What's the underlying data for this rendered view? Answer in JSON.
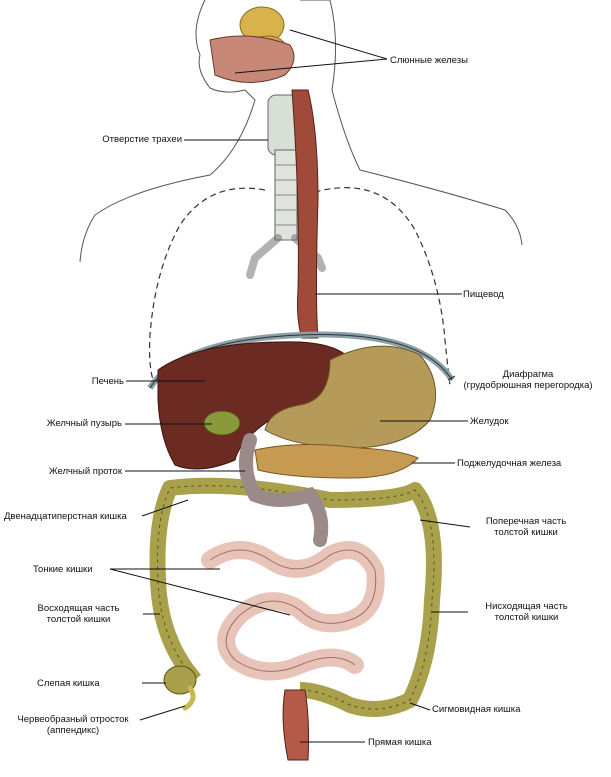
{
  "labels": {
    "salivary": "Слюнные железы",
    "trachea": "Отверстие трахеи",
    "esophagus": "Пищевод",
    "liver": "Печень",
    "diaphragm_1": "Диафрагма",
    "diaphragm_2": "(грудобрюшная перегородка)",
    "stomach": "Желудок",
    "gallbladder": "Желчный пузырь",
    "bile_duct": "Желчный проток",
    "pancreas": "Поджелудочная железа",
    "duodenum": "Двенадцатиперстная кишка",
    "transverse_1": "Поперечная часть",
    "transverse_2": "толстой кишки",
    "small_intestine": "Тонкие кишки",
    "ascending_1": "Восходящая часть",
    "ascending_2": "толстой кишки",
    "descending_1": "Нисходящая часть",
    "descending_2": "толстой кишки",
    "cecum": "Слепая кишка",
    "appendix_1": "Червеобразный отросток",
    "appendix_2": "(аппендикс)",
    "sigmoid": "Сигмовидная кишка",
    "rectum": "Прямая кишка"
  },
  "colors": {
    "liver": "#6b2a22",
    "stomach": "#b59a5a",
    "pancreas": "#c79a52",
    "colon": "#a8a04a",
    "small_intestine": "#e8c4b8",
    "esophagus": "#a04a3a",
    "trachea": "#d8e0d6",
    "gallbladder": "#8a9a3a"
  }
}
